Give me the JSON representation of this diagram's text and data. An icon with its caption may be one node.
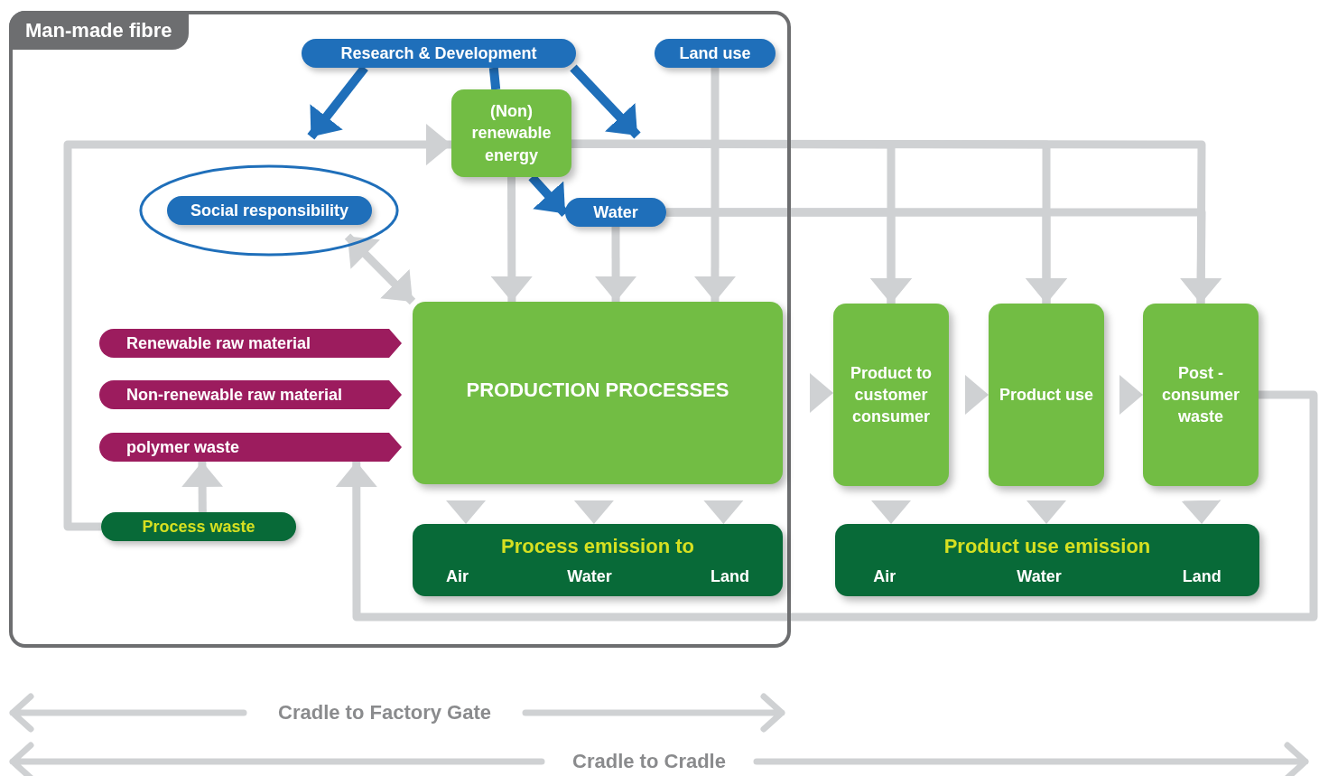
{
  "diagram": {
    "nodes": [
      {
        "text": [
          "Man-made fibre"
        ]
      },
      {
        "text": [
          "Research & Development"
        ],
        "in": 0
      },
      {
        "text": [
          "Land use"
        ],
        "in": 0
      },
      {
        "text": [
          "(Non) renewable energy"
        ],
        "in": 0
      },
      {
        "text": [],
        "shape": "ellipse",
        "in": 0
      },
      {
        "text": [
          "Social responsibility"
        ],
        "in": 4
      },
      {
        "text": [
          "Water"
        ],
        "in": 0
      },
      {
        "text": [
          "Renewable raw material"
        ],
        "in": 0
      },
      {
        "text": [
          "Non-renewable raw material"
        ],
        "in": 0
      },
      {
        "text": [
          "polymer waste"
        ],
        "in": 0
      },
      {
        "text": [
          "Process waste"
        ],
        "in": 0
      },
      {
        "text": [
          "PRODUCTION PROCESSES"
        ],
        "in": 0
      },
      {
        "text": [
          "Process emission to",
          "Air",
          "Water",
          "Land"
        ],
        "in": 0
      },
      {
        "text": [
          "Product to customer consumer"
        ]
      },
      {
        "text": [
          "Product use"
        ]
      },
      {
        "text": [
          "Post - consumer waste"
        ]
      },
      {
        "text": [
          "Product use emission",
          "Air",
          "Water",
          "Land"
        ]
      }
    ],
    "edges": [
      {
        "from": 1,
        "to": 4,
        "arrow": "to",
        "color": "#1f6fba"
      },
      {
        "from": 1,
        "to": 3,
        "arrow": "none",
        "color": "#1f6fba"
      },
      {
        "from": 3,
        "to": 6,
        "arrow": "to",
        "color": "#1f6fba"
      },
      {
        "from": 1,
        "to": null,
        "arrow": "to",
        "color": "#1f6fba"
      },
      {
        "from": 10,
        "to": 3,
        "arrow": "to"
      },
      {
        "from": 3,
        "to": 11,
        "arrow": "to"
      },
      {
        "from": 6,
        "to": 11,
        "arrow": "to"
      },
      {
        "from": 2,
        "to": 11,
        "arrow": "to"
      },
      {
        "from": 4,
        "to": 11,
        "arrow": "both"
      },
      {
        "from": 3,
        "to": 13,
        "arrow": "to"
      },
      {
        "from": 3,
        "to": 14,
        "arrow": "to"
      },
      {
        "from": 3,
        "to": 15,
        "arrow": "to"
      },
      {
        "from": 6,
        "to": 13,
        "arrow": "to"
      },
      {
        "from": 6,
        "to": 14,
        "arrow": "to"
      },
      {
        "from": 6,
        "to": 15,
        "arrow": "to"
      },
      {
        "from": 10,
        "to": 9,
        "arrow": "to"
      },
      {
        "from": 15,
        "to": 9,
        "arrow": "to"
      },
      {
        "from": 11,
        "to": 12,
        "arrow": "to"
      },
      {
        "from": 11,
        "to": 12,
        "arrow": "to"
      },
      {
        "from": 11,
        "to": 12,
        "arrow": "to"
      },
      {
        "from": 11,
        "to": 13,
        "arrow": "to"
      },
      {
        "from": 13,
        "to": 14,
        "arrow": "to"
      },
      {
        "from": 14,
        "to": 15,
        "arrow": "to"
      },
      {
        "from": 13,
        "to": 16,
        "arrow": "to"
      },
      {
        "from": 14,
        "to": 16,
        "arrow": "to"
      },
      {
        "from": 15,
        "to": 16,
        "arrow": "to"
      }
    ],
    "labels": [
      "Cradle to Factory Gate",
      "Cradle to Cradle"
    ]
  }
}
